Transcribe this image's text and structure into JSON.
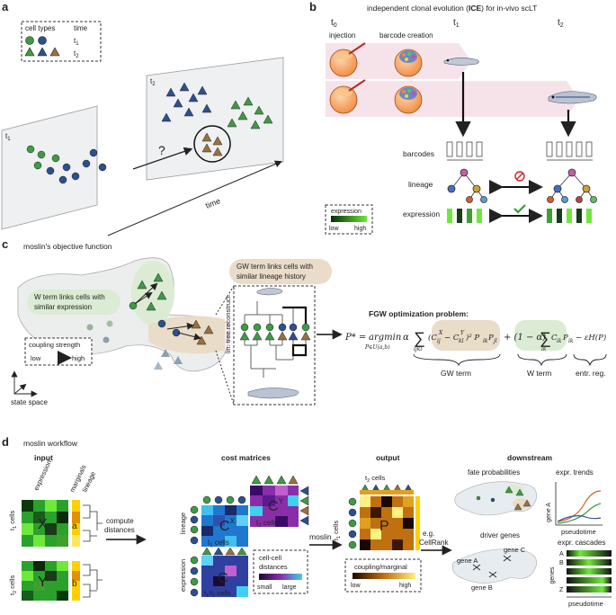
{
  "panel_a": {
    "letter": "a",
    "legend_cell_types": "cell types",
    "legend_time": "time",
    "t1": "t",
    "t1_sub": "1",
    "t2": "t",
    "t2_sub": "2",
    "plane_t1": "t",
    "plane_t2": "t",
    "question": "?",
    "time_axis": "time"
  },
  "panel_b": {
    "letter": "b",
    "title_pre": "independent clonal evolution (",
    "title_bold": "ICE",
    "title_post": ") for in-vivo scLT",
    "t0": "t",
    "t0_sub": "0",
    "t1": "t",
    "t1_sub": "1",
    "t2": "t",
    "t2_sub": "2",
    "injection": "injection",
    "barcode_creation": "barcode creation",
    "barcodes": "barcodes",
    "lineage": "lineage",
    "expression": "expression",
    "legend_title": "expression",
    "legend_low": "low",
    "legend_high": "high"
  },
  "panel_c": {
    "letter": "c",
    "title": "moslin's objective function",
    "w_bubble_1": "W term links cells with",
    "w_bubble_2": "similar expression",
    "gw_bubble_1": "GW term links cells with",
    "gw_bubble_2": "similar lineage history",
    "coupling_title": "coupling strength",
    "coupling_low": "low",
    "coupling_high": "high",
    "state_space": "state space",
    "lin_tree": "lin. tree reconstruct.",
    "fgw_title": "FGW optimization problem:",
    "gw_term": "GW term",
    "w_term": "W term",
    "entr_reg": "entr. reg."
  },
  "panel_d": {
    "letter": "d",
    "title": "moslin workflow",
    "input": "input",
    "cost_matrices": "cost matrices",
    "output": "output",
    "downstream": "downstream",
    "expression": "expression",
    "marginals": "marginals",
    "lineage_top": "lineage",
    "t1_cells": "t",
    "t2_cells": "t",
    "cells_word": "cells",
    "X": "X",
    "Y": "Y",
    "a": "a",
    "b": "b",
    "compute": "compute",
    "distances": "distances",
    "lineage_side": "lineage",
    "expression_side": "expression",
    "CX": "C",
    "CX_sup": "X",
    "CY": "C",
    "CY_sup": "Y",
    "C": "C",
    "cell_cell": "cell-cell",
    "cell_distances": "distances",
    "small": "small",
    "large": "large",
    "moslin": "moslin",
    "t2_cells_out": "t",
    "t1_cells_out": "t",
    "P": "P",
    "eg": "e.g.",
    "cellrank": "CellRank",
    "coupling_marginal": "coupling/marginal",
    "low": "low",
    "high": "high",
    "fate_probabilities": "fate probabilities",
    "driver_genes": "driver genes",
    "gene_a": "gene A",
    "gene_b": "gene B",
    "gene_c": "gene C",
    "expr_trends": "expr. trends",
    "gene_a_axis": "gene A",
    "pseudotime": "pseudotime",
    "expr_cascades": "expr. cascades",
    "genes": "genes",
    "A": "A",
    "B": "B",
    "Z": "Z",
    "pseudotime2": "pseudotime"
  },
  "colors": {
    "green": "#3f9a45",
    "blue": "#2c4f8f",
    "brown": "#9a7040",
    "highlight_brown": "#e9dcc8",
    "highlight_green": "#dcebd3",
    "bg_pink": "#f6e3ea"
  }
}
